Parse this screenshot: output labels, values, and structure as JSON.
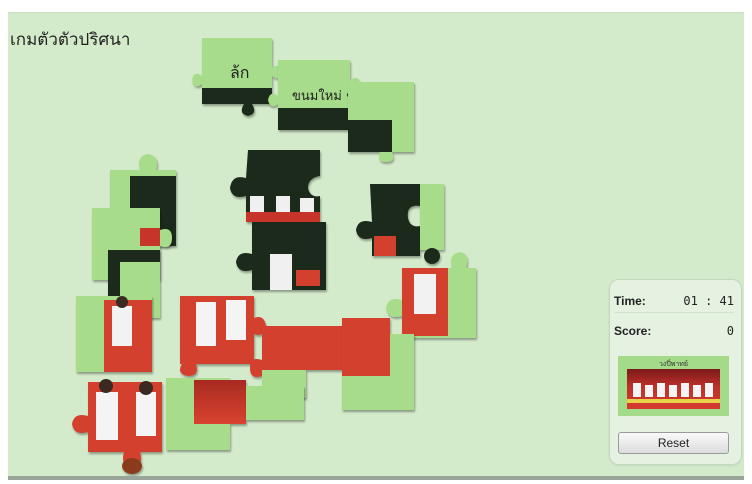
{
  "game": {
    "title": "เกมตัวตัวปริศนา",
    "puzzle_caption": "ล้ก",
    "puzzle_caption2": "ขนมใหม่ ๆ"
  },
  "panel": {
    "time_label": "Time:",
    "time_value": "01 : 41",
    "score_label": "Score:",
    "score_value": "0",
    "preview_caption": "วงปี่พาทย์",
    "reset_label": "Reset"
  },
  "colors": {
    "background": "#d4ebcb",
    "piece_green": "#a6dc8a",
    "piece_dark": "#1e2a1e",
    "piece_red": "#d4402f",
    "panel_bg": "#e6f2e1"
  }
}
